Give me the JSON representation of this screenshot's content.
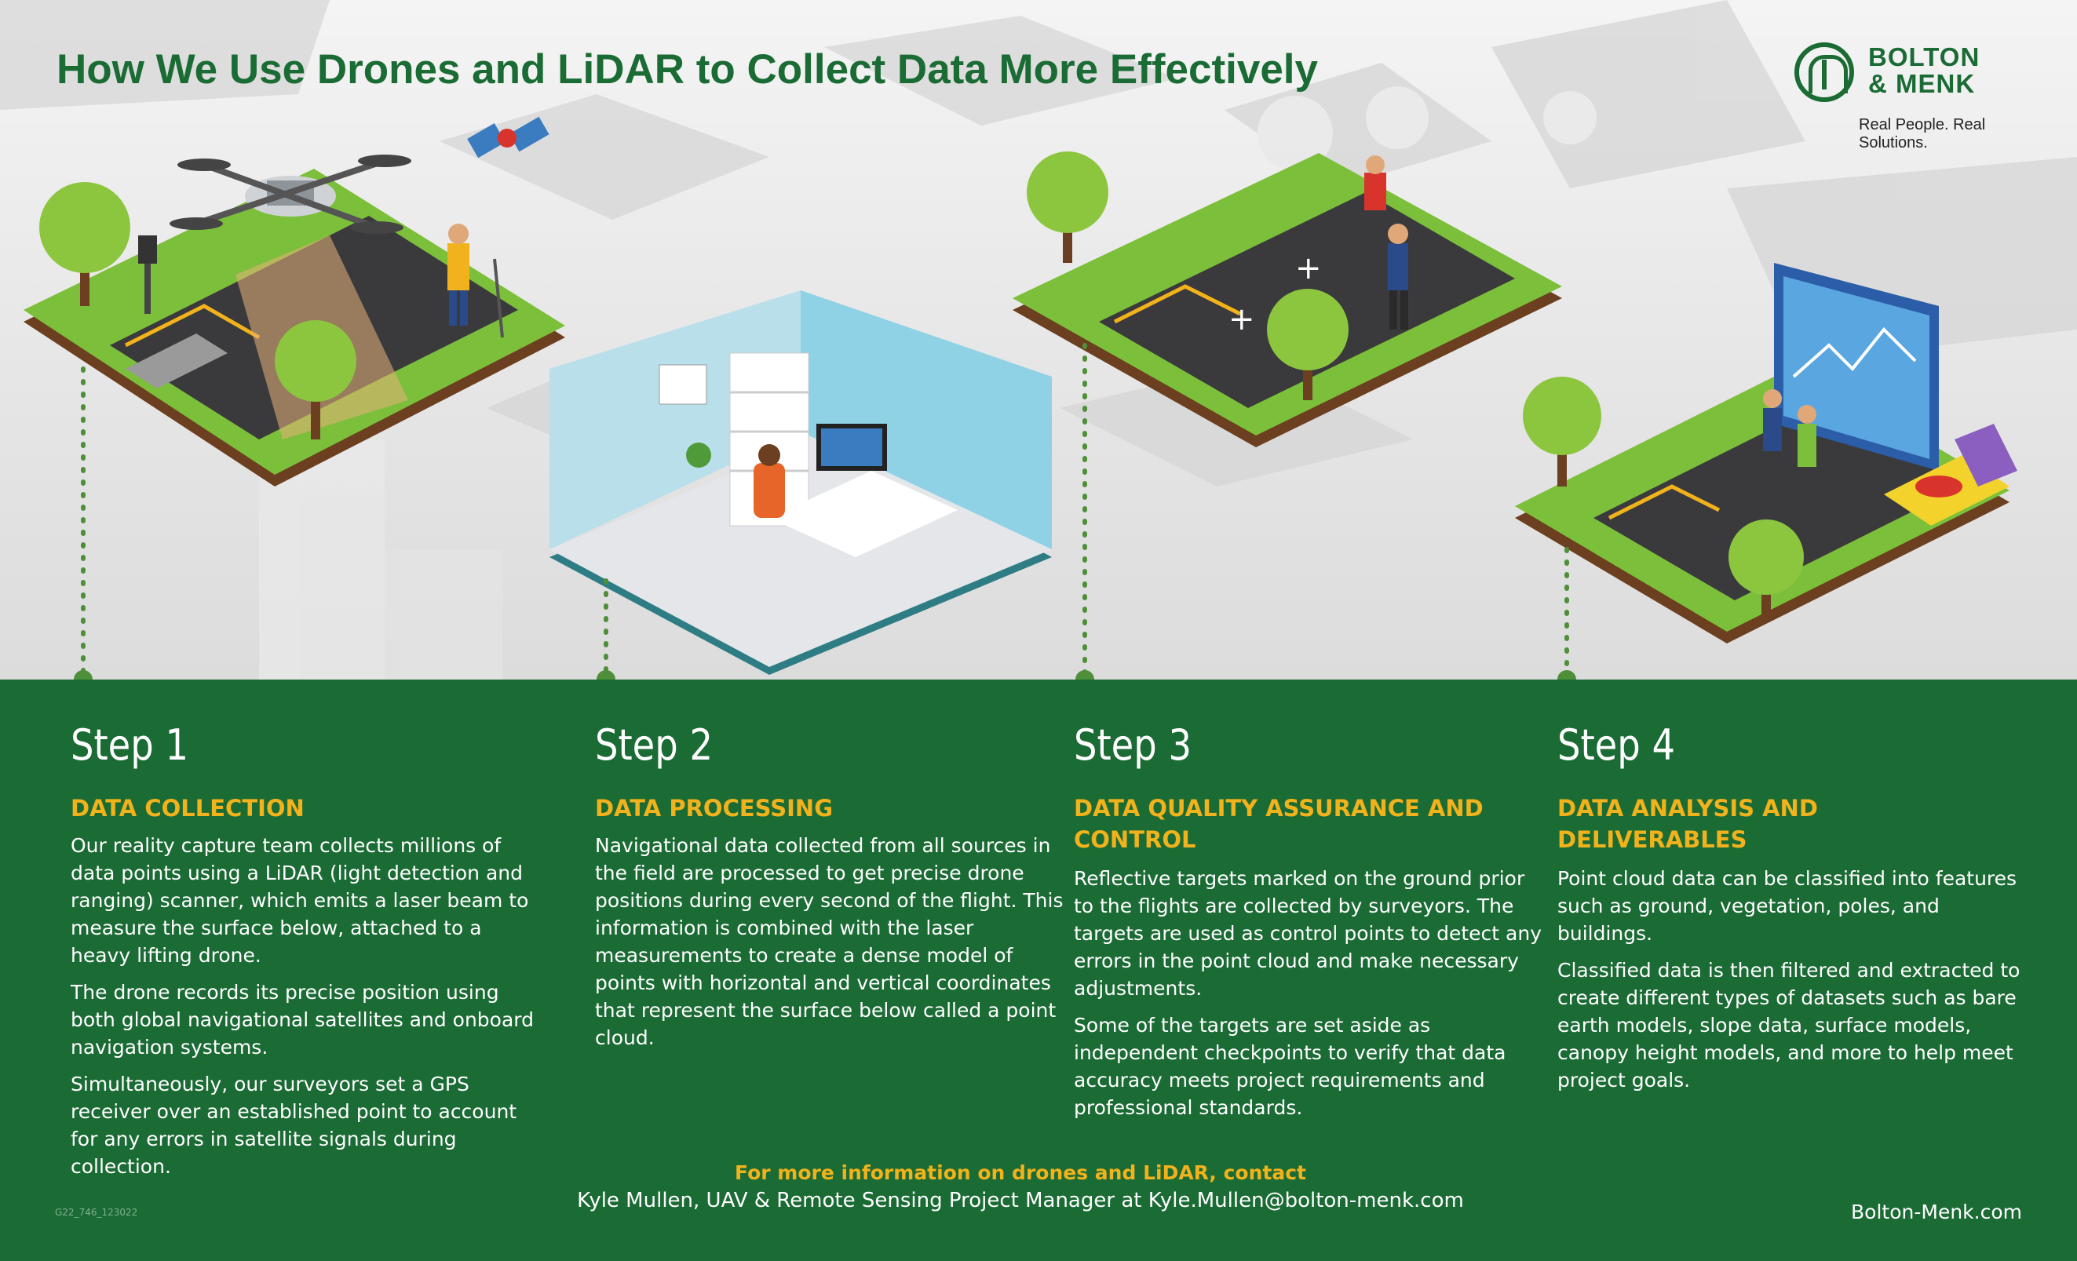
{
  "title": "How We Use Drones and LiDAR to Collect Data More Effectively",
  "logo": {
    "name_line1": "BOLTON",
    "name_line2": "& MENK",
    "tagline": "Real People. Real Solutions.",
    "icon": "bolton-menk-logo-icon"
  },
  "colors": {
    "green": "#1b6b35",
    "gold": "#f2b21b",
    "grass": "#7cbf3a",
    "road": "#3a3a3c"
  },
  "illustrations": {
    "icons": [
      "drone-icon",
      "satellite-icon",
      "surveyor-icon",
      "office-icon",
      "computer-icon",
      "tree-icon",
      "traffic-light-icon",
      "monitor-chart-icon",
      "point-cloud-icon"
    ]
  },
  "steps": [
    {
      "label": "Step 1",
      "heading": "DATA COLLECTION",
      "paragraphs": [
        "Our reality capture team collects millions of data points using a LiDAR (light detection and ranging) scanner, which emits a laser beam to measure the surface below, attached to a heavy lifting drone.",
        "The drone records its precise position using both global navigational satellites and onboard navigation systems.",
        "Simultaneously, our surveyors set a GPS receiver over an established point to account for any errors in satellite signals during collection."
      ]
    },
    {
      "label": "Step 2",
      "heading": "DATA PROCESSING",
      "paragraphs": [
        "Navigational data collected from all sources in the field are processed to get precise drone positions during every second of the flight. This information is combined with the laser measurements to create a dense model of points with horizontal and vertical coordinates that represent the surface below called a point cloud."
      ]
    },
    {
      "label": "Step 3",
      "heading": "DATA QUALITY ASSURANCE AND CONTROL",
      "paragraphs": [
        "Reflective targets marked on the ground prior to the flights are collected by surveyors. The targets are used as control points to detect any errors in the point cloud and make necessary adjustments.",
        "Some of the targets are set aside as independent checkpoints to verify that data accuracy meets project requirements and professional standards."
      ]
    },
    {
      "label": "Step 4",
      "heading": "DATA ANALYSIS AND DELIVERABLES",
      "paragraphs": [
        "Point cloud data can be classified into features such as ground, vegetation, poles, and buildings.",
        "Classified data is then filtered and extracted to create different types of datasets such as bare earth models, slope data, surface models, canopy height models, and more to help meet project goals."
      ]
    }
  ],
  "contact": {
    "lead": "For more information on drones and LiDAR, contact",
    "line": "Kyle Mullen, UAV & Remote Sensing Project Manager at Kyle.Mullen@bolton-menk.com"
  },
  "footer": {
    "code": "G22_746_123022",
    "website": "Bolton-Menk.com"
  }
}
